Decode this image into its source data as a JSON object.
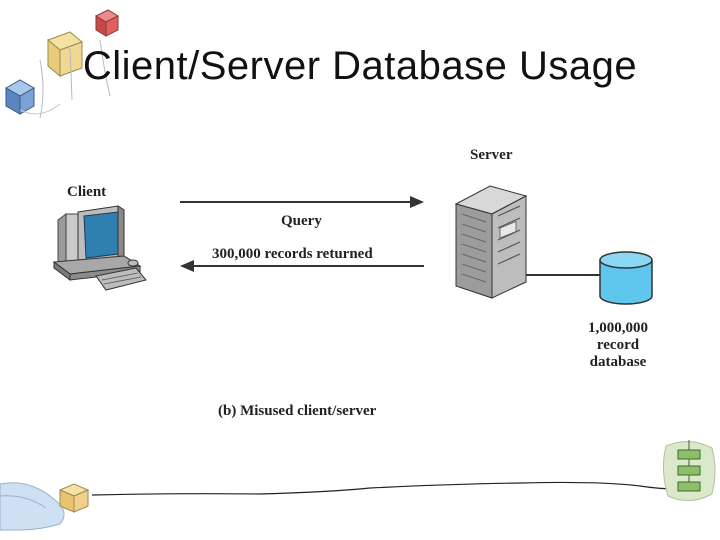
{
  "slide": {
    "title": "Client/Server Database Usage"
  },
  "diagram": {
    "client_label": "Client",
    "server_label": "Server",
    "query_label": "Query",
    "records_label": "300,000  records returned",
    "database_label_line1": "1,000,000",
    "database_label_line2": "record",
    "database_label_line3": "database",
    "caption": "(b)  Misused client/server"
  },
  "colors": {
    "database_fill": "#5fc7ee",
    "monitor_screen": "#2f7fb0",
    "arrow": "#333333"
  }
}
